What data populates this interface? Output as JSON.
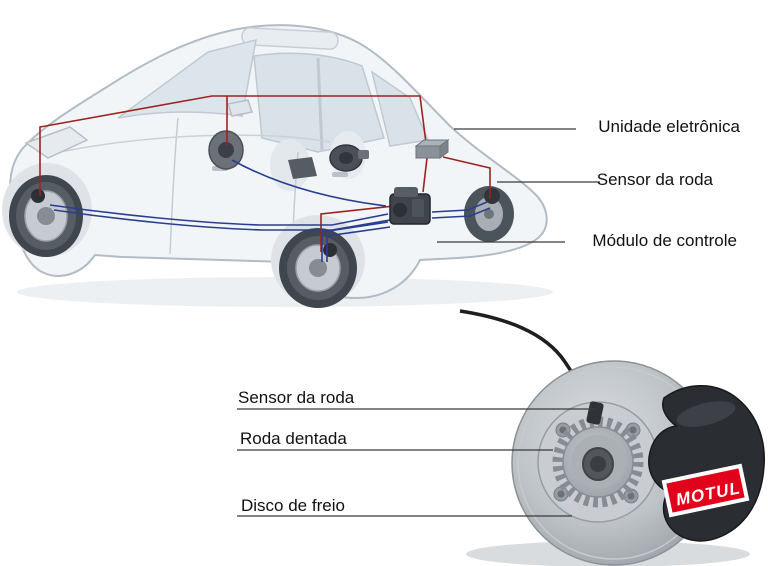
{
  "callouts": {
    "top": [
      {
        "id": "unidade-eletronica",
        "label": "Unidade eletrônica"
      },
      {
        "id": "sensor-da-roda-top",
        "label": "Sensor da roda"
      },
      {
        "id": "modulo-de-controle",
        "label": "Módulo de controle"
      }
    ],
    "bottom": [
      {
        "id": "sensor-da-roda-bottom",
        "label": "Sensor da roda"
      },
      {
        "id": "roda-dentada",
        "label": "Roda dentada"
      },
      {
        "id": "disco-de-freio",
        "label": "Disco de freio"
      }
    ]
  },
  "brand_badge": "MOTUL",
  "colors": {
    "wire_red": "#9b2420",
    "wire_blue": "#2a3e8f",
    "leader_line": "#3a3a3a",
    "motul_red": "#e2001a",
    "label_text": "#111111"
  }
}
